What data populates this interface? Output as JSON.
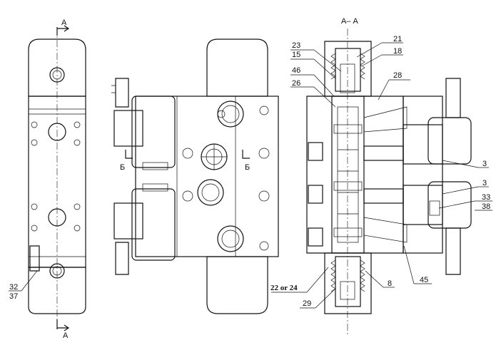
{
  "section_title": "А– А",
  "section_marks": {
    "a_top": "А",
    "a_bottom": "А",
    "b_left": "Б",
    "b_right": "Б"
  },
  "callouts": {
    "c21": "21",
    "c23": "23",
    "c15": "15",
    "c18": "18",
    "c46": "46",
    "c28": "28",
    "c26": "26",
    "c3a": "3",
    "c3b": "3",
    "c33": "33",
    "c38": "38",
    "c32": "32",
    "c37": "37",
    "c22or24": "22 or 24",
    "c8": "8",
    "c45": "45",
    "c29": "29"
  },
  "colors": {
    "ink": "#111111",
    "paper": "#ffffff"
  }
}
